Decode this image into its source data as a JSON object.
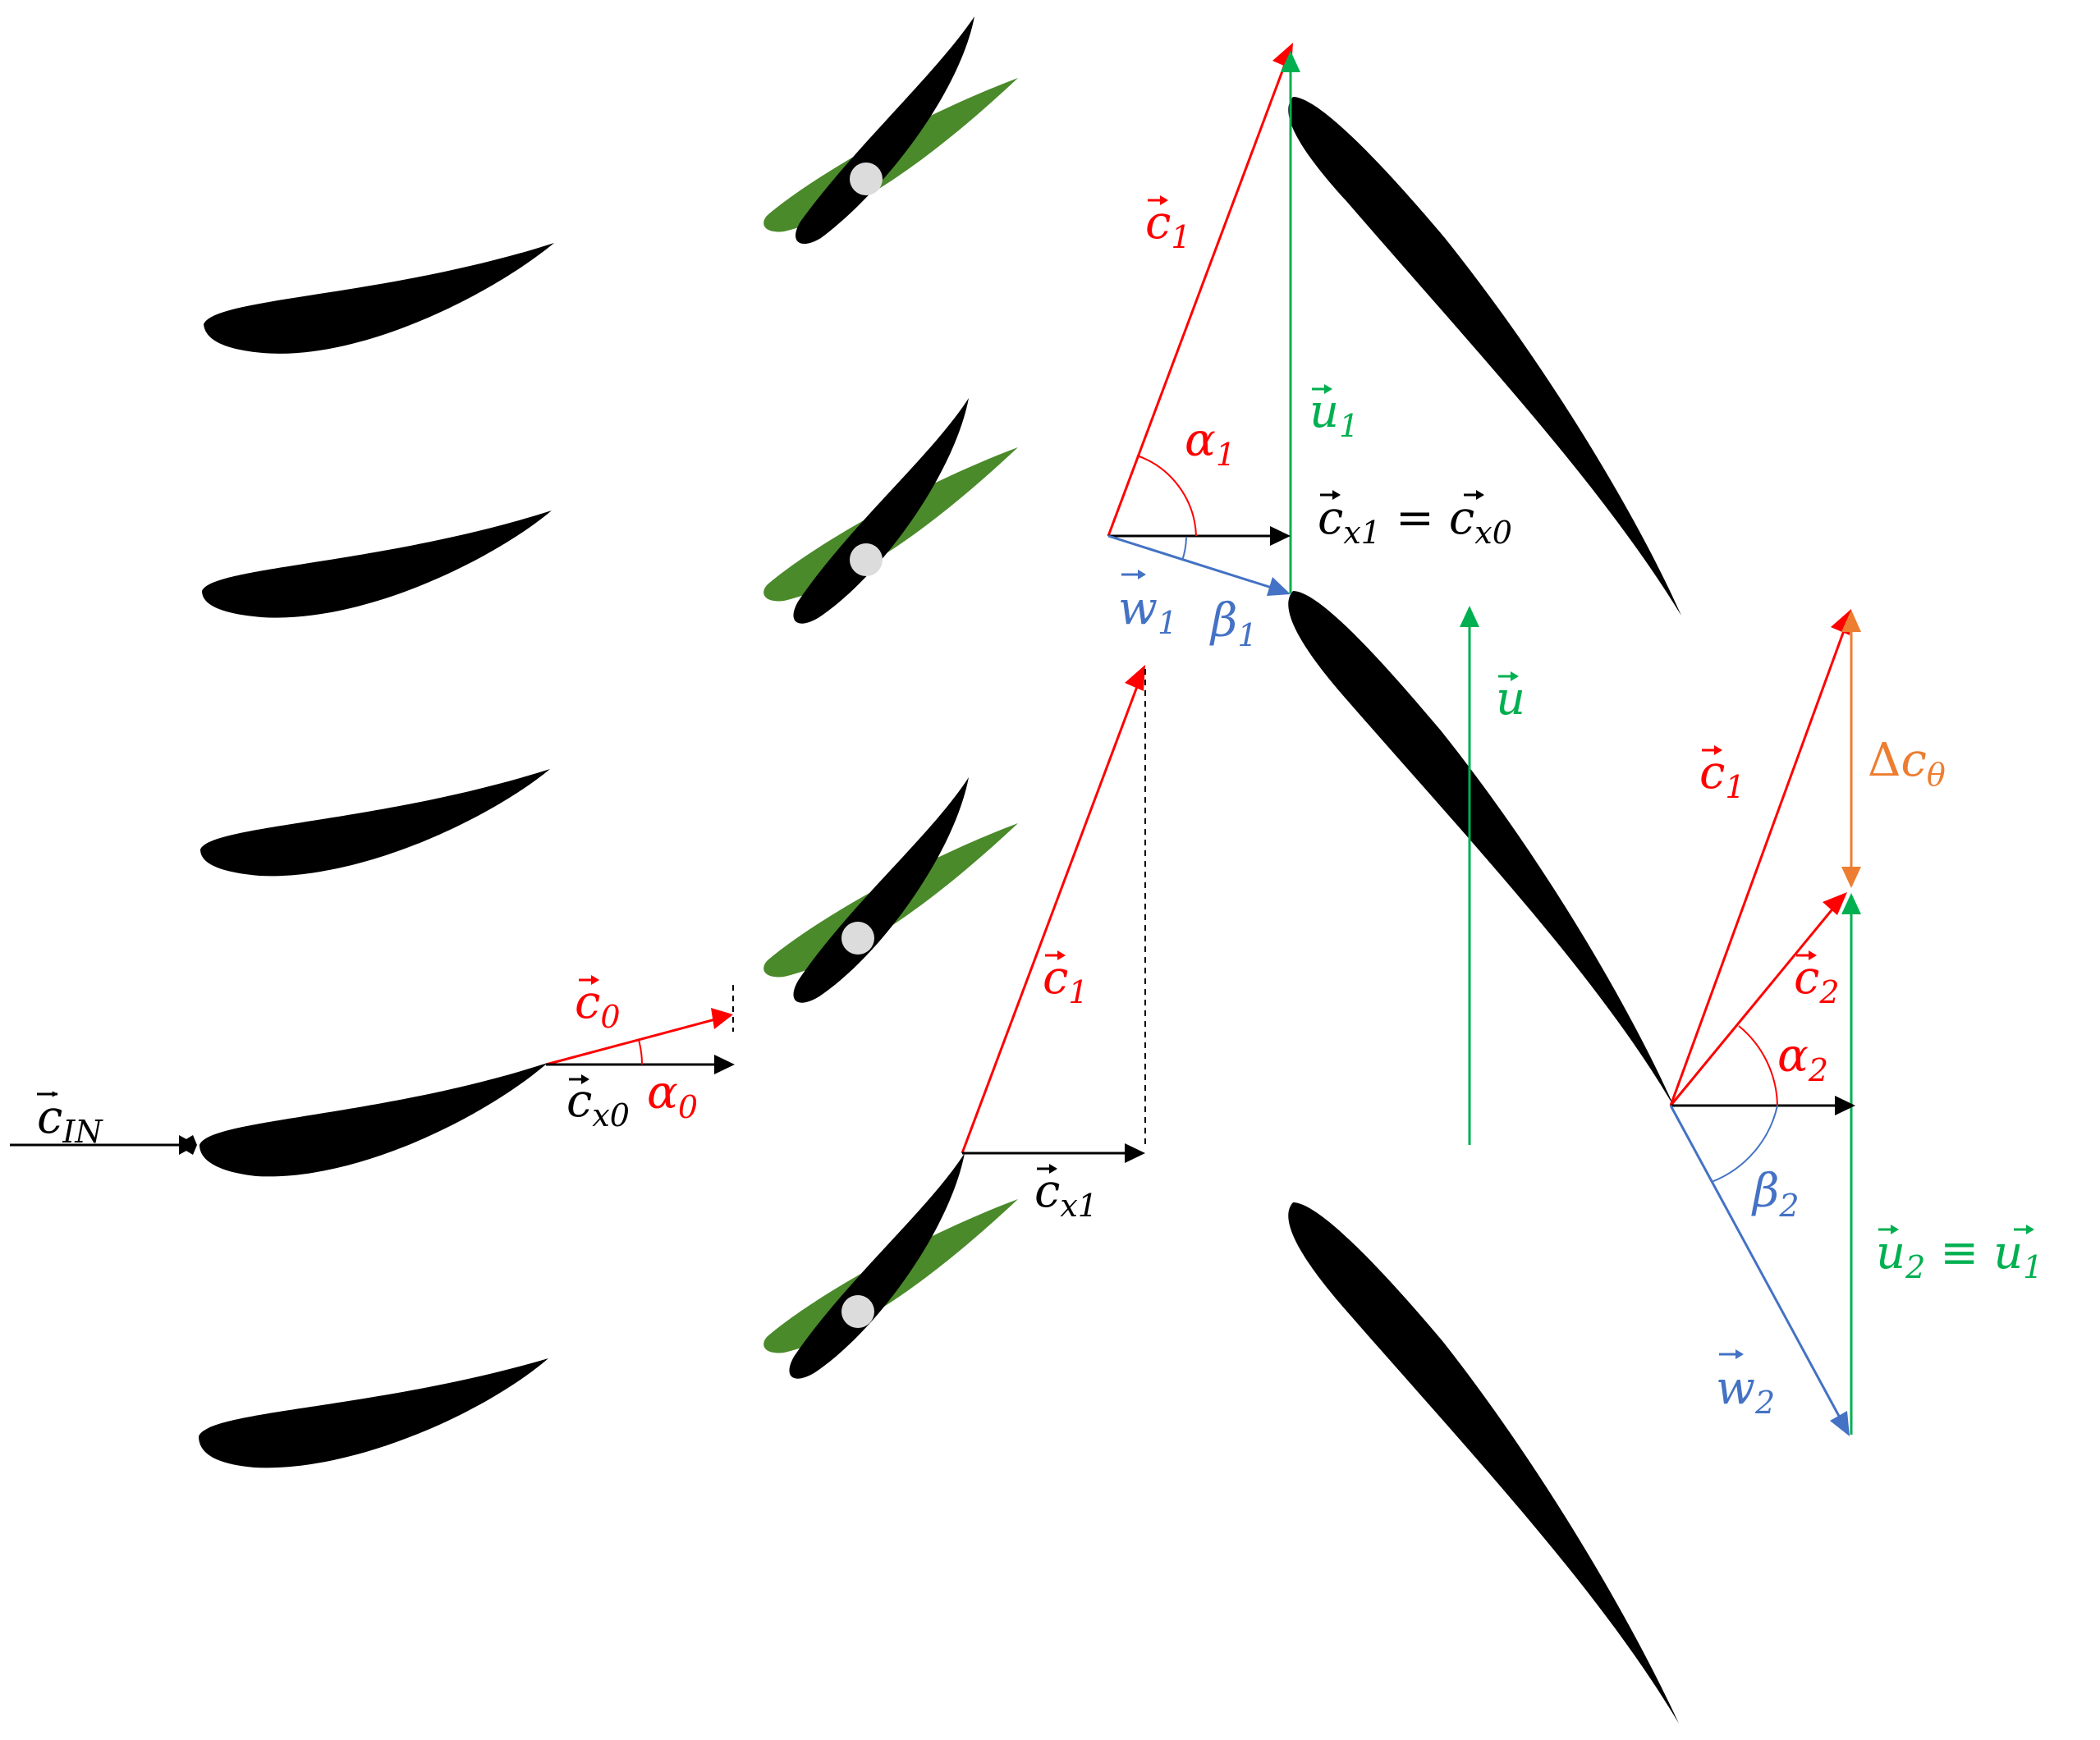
{
  "colors": {
    "absolute": "#ff0000",
    "relative": "#4472c4",
    "blade_speed": "#00b050",
    "axial": "#000000",
    "swirl": "#ed7d31",
    "vane_green": "#4a8a2a",
    "blade": "#000000",
    "pivot": "#dcdcdc"
  },
  "labels": {
    "c_in": {
      "sym": "c",
      "sub": "IN"
    },
    "c_0": {
      "sym": "c",
      "sub": "0"
    },
    "c_x0": {
      "sym": "c",
      "sub": "x0"
    },
    "alpha_0": {
      "sym": "α",
      "sub": "0"
    },
    "c_1_top": {
      "sym": "c",
      "sub": "1"
    },
    "c_1_mid": {
      "sym": "c",
      "sub": "1"
    },
    "c_1_right": {
      "sym": "c",
      "sub": "1"
    },
    "c_x1": {
      "sym": "c",
      "sub": "x1"
    },
    "alpha_1": {
      "sym": "α",
      "sub": "1"
    },
    "beta_1": {
      "sym": "β",
      "sub": "1"
    },
    "w_1": {
      "sym": "w",
      "sub": "1"
    },
    "u_1": {
      "sym": "u",
      "sub": "1"
    },
    "u": {
      "sym": "u",
      "sub": ""
    },
    "cx_eq": {
      "lhs_sym": "c",
      "lhs_sub": "x1",
      "op": "=",
      "rhs_sym": "c",
      "rhs_sub": "x0"
    },
    "delta_c_theta": {
      "pre": "Δ",
      "sym": "c",
      "sub": "θ"
    },
    "c_2": {
      "sym": "c",
      "sub": "2"
    },
    "alpha_2": {
      "sym": "α",
      "sub": "2"
    },
    "beta_2": {
      "sym": "β",
      "sub": "2"
    },
    "w_2": {
      "sym": "w",
      "sub": "2"
    },
    "u2_eq": {
      "lhs_sym": "u",
      "lhs_sub": "2",
      "op": "≡",
      "rhs_sym": "u",
      "rhs_sub": "1"
    }
  }
}
